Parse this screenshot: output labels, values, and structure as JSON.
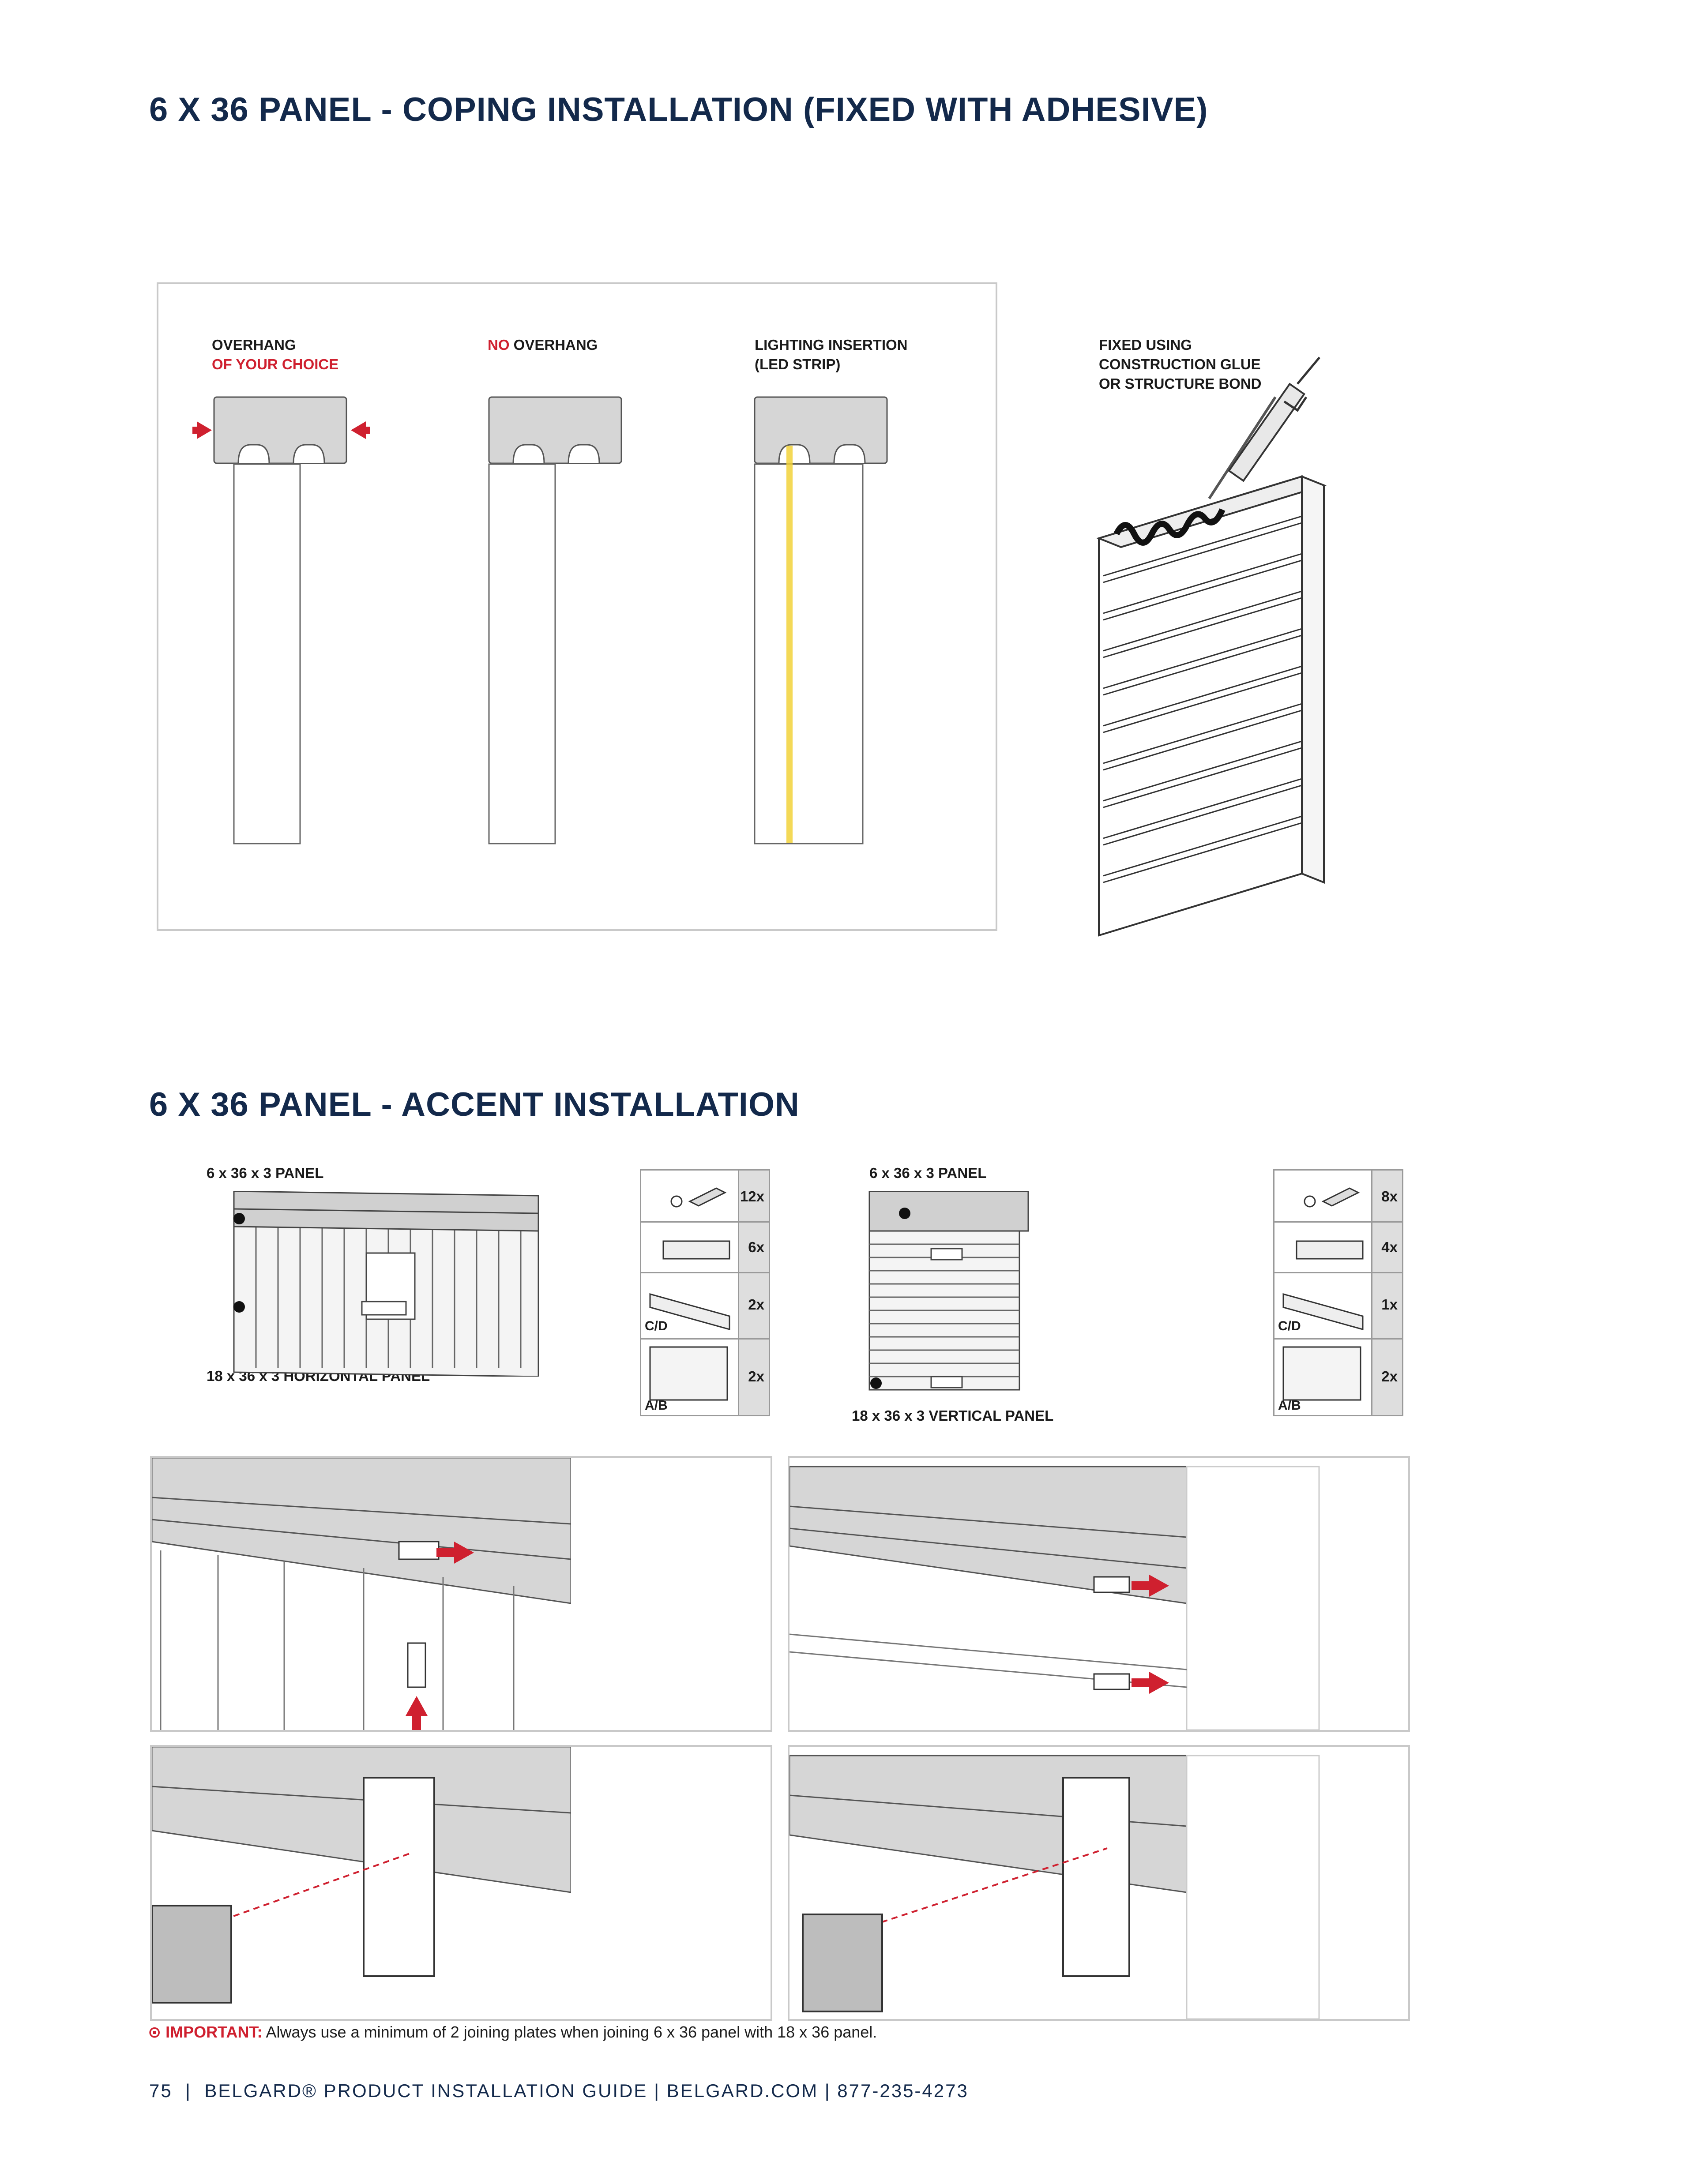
{
  "section1": {
    "title": "6 X 36 PANEL - COPING INSTALLATION (FIXED WITH ADHESIVE)",
    "overhang_line1": "OVERHANG",
    "overhang_line2": "OF YOUR CHOICE",
    "no_overhang_prefix": "NO",
    "no_overhang_suffix": " OVERHANG",
    "lighting_line1": "LIGHTING INSERTION",
    "lighting_line2": "(LED STRIP)",
    "fixed_line1": "FIXED USING",
    "fixed_line2": "CONSTRUCTION GLUE",
    "fixed_line3": "OR STRUCTURE BOND"
  },
  "section2": {
    "title": "6 X 36 PANEL - ACCENT INSTALLATION",
    "left_panel_label": "6 x 36 x 3 PANEL",
    "left_base_label": "18 x 36 x 3  HORIZONTAL PANEL",
    "right_panel_label": "6 x 36 x 3 PANEL",
    "right_base_label": "18 x 36 x 3 VERTICAL PANEL",
    "kit_left": {
      "qty": [
        "12x",
        "6x",
        "2x",
        "2x"
      ],
      "row3_label": "C/D",
      "row4_label": "A/B"
    },
    "kit_right": {
      "qty": [
        "8x",
        "4x",
        "1x",
        "2x"
      ],
      "row3_label": "C/D",
      "row4_label": "A/B"
    }
  },
  "note": {
    "important": "IMPORTANT:",
    "text": " Always use a minimum of 2 joining plates when joining 6 x 36 panel with 18 x 36 panel."
  },
  "footer": {
    "page": "75",
    "text": "BELGARD® PRODUCT INSTALLATION GUIDE | BELGARD.COM | 877-235-4273"
  },
  "colors": {
    "heading": "#13294b",
    "accent_red": "#cf202f",
    "led_yellow": "#f2d23a",
    "panel_gray": "#d6d6d6"
  }
}
